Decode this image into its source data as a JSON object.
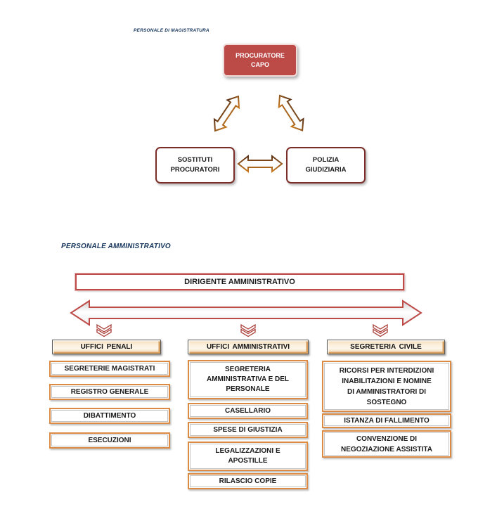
{
  "colors": {
    "accent_red": "#BC4A47",
    "maroon_border": "#7B2D27",
    "navy_label": "#17365D",
    "orange_border": "#DC8B45",
    "arrow_brown_dark": "#5C3317",
    "arrow_brown_light": "#C8791F",
    "arrow_red_outline": "#BE4B48",
    "header_tan": "#F3D9B5"
  },
  "magistratura": {
    "label": "PERSONALE DI MAGISTRATURA",
    "chief": "PROCURATORE CAPO",
    "nodes": [
      "SOSTITUTI PROCURATORI",
      "POLIZIA GIUDIZIARIA"
    ]
  },
  "amministrativo": {
    "label": "PERSONALE AMMINISTRATIVO",
    "director": "DIRIGENTE AMMINISTRATIVO",
    "columns": [
      {
        "header": "UFFICI PENALI",
        "items": [
          "SEGRETERIE MAGISTRATI",
          "REGISTRO GENERALE",
          "DIBATTIMENTO",
          "ESECUZIONI"
        ]
      },
      {
        "header": "UFFICI AMMINISTRATIVI",
        "items": [
          "SEGRETERIA AMMINISTRATIVA E DEL PERSONALE",
          "CASELLARIO",
          "SPESE DI GIUSTIZIA",
          "LEGALIZZAZIONI E APOSTILLE",
          "RILASCIO COPIE"
        ]
      },
      {
        "header": "SEGRETERIA CIVILE",
        "items": [
          "RICORSI PER INTERDIZIONI INABILITAZIONI E NOMINE DI AMMINISTRATORI DI SOSTEGNO",
          "ISTANZA DI FALLIMENTO",
          "CONVENZIONE DI NEGOZIAZIONE ASSISTITA"
        ]
      }
    ]
  }
}
